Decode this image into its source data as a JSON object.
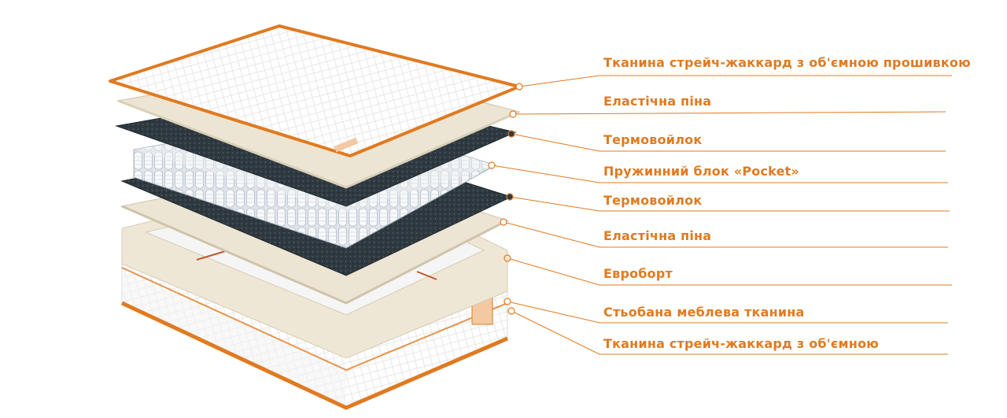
{
  "accent_color": "#e07a20",
  "layers": [
    {
      "id": "top-fabric",
      "label": "Тканина стрейч-жаккард з об'ємною прошивкою"
    },
    {
      "id": "elastic-foam-top",
      "label": "Еластічна піна"
    },
    {
      "id": "thermofelt-top",
      "label": "Термовойлок"
    },
    {
      "id": "pocket-spring",
      "label": "Пружинний блок «Pocket»"
    },
    {
      "id": "thermofelt-bottom",
      "label": "Термовойлок"
    },
    {
      "id": "elastic-foam-bottom",
      "label": "Еластічна піна"
    },
    {
      "id": "euro-frame",
      "label": "Евроборт"
    },
    {
      "id": "quilted-fabric",
      "label": "Стьобана меблева тканина"
    },
    {
      "id": "bottom-fabric",
      "label": "Тканина стрейч-жаккард з об'ємною"
    }
  ]
}
